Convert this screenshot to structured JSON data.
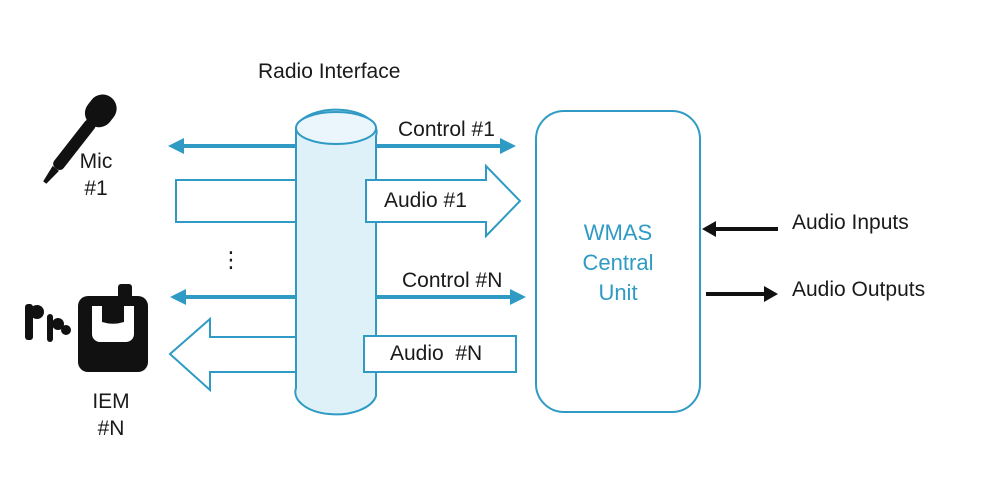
{
  "radio_interface_label": "Radio Interface",
  "devices": {
    "mic": {
      "line1": "Mic",
      "line2": "#1",
      "icon": "microphone-icon"
    },
    "iem": {
      "line1": "IEM",
      "line2": "#N",
      "icon": "iem-bodypack-icon",
      "earbud_icon": "earbuds-icon"
    },
    "ellipsis": "⋮"
  },
  "links": {
    "control_1": "Control #1",
    "audio_1": "Audio #1",
    "control_n": "Control #N",
    "audio_n": "Audio  #N"
  },
  "central_unit": {
    "line1": "WMAS",
    "line2": "Central",
    "line3": "Unit"
  },
  "io": {
    "inputs": "Audio Inputs",
    "outputs": "Audio Outputs"
  },
  "colors": {
    "accent_blue": "#2f9bc4",
    "radio_fill": "#dff1f8",
    "black": "#111111"
  }
}
